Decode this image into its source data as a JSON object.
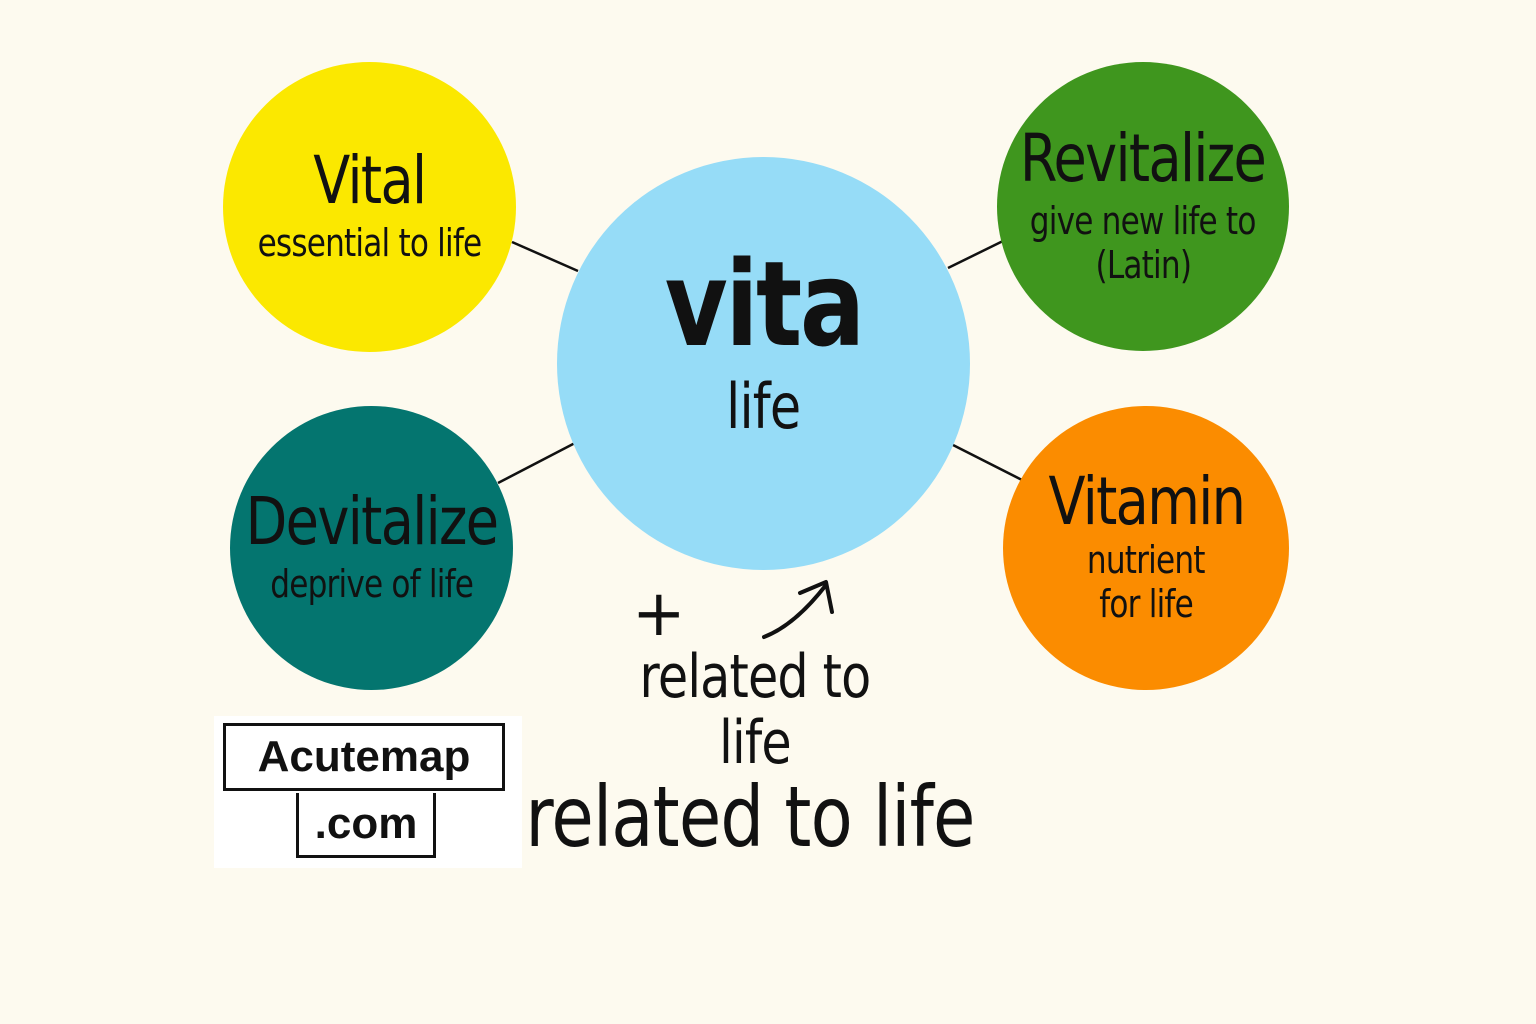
{
  "center": {
    "root": "vita",
    "meaning": "life",
    "color": "#96dcf7"
  },
  "nodes": [
    {
      "word": "Vital",
      "meaning": "essential to life",
      "color": "#fbe800"
    },
    {
      "word": "Revitalize",
      "meaning_line1": "give new life to",
      "meaning_line2": "(Latin)",
      "color": "#3f961e"
    },
    {
      "word": "Devitalize",
      "meaning": "deprive of life",
      "color": "#04756f"
    },
    {
      "word": "Vitamin",
      "meaning_line1": "nutrient",
      "meaning_line2": "for life",
      "color": "#fb8c00"
    }
  ],
  "annotations": {
    "plus": "+",
    "related_line1": "related to",
    "related_line2": "life",
    "related_full": "related to life"
  },
  "logo": {
    "line1": "Acutemap",
    "line2": ".com"
  }
}
